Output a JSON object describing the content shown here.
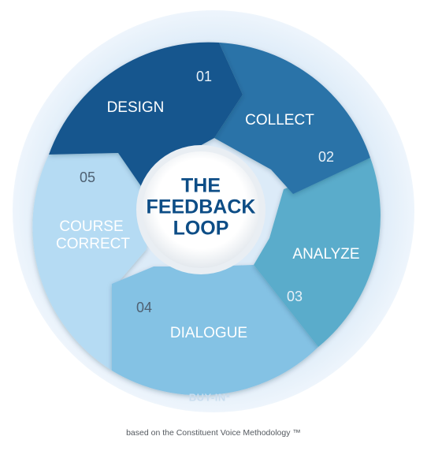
{
  "center": {
    "line1": "THE",
    "line2": "FEEDBACK",
    "line3": "LOOP"
  },
  "steps": [
    {
      "number": "01",
      "label": "DESIGN"
    },
    {
      "number": "02",
      "label": "COLLECT"
    },
    {
      "number": "03",
      "label": "ANALYZE"
    },
    {
      "number": "04",
      "label": "DIALOGUE"
    },
    {
      "number": "05",
      "label_line1": "COURSE",
      "label_line2": "CORRECT"
    }
  ],
  "ring_caption": "BUY-IN*",
  "footnote": "based on the Constituent Voice Methodology ™",
  "colors": {
    "outer_ring": "#e6f1fb",
    "design": "#17578e",
    "collect": "#2a73a8",
    "analyze": "#5aaccb",
    "dialogue": "#84c2e4",
    "course_correct": "#b5dbf3",
    "center_text": "#0d4d86"
  }
}
